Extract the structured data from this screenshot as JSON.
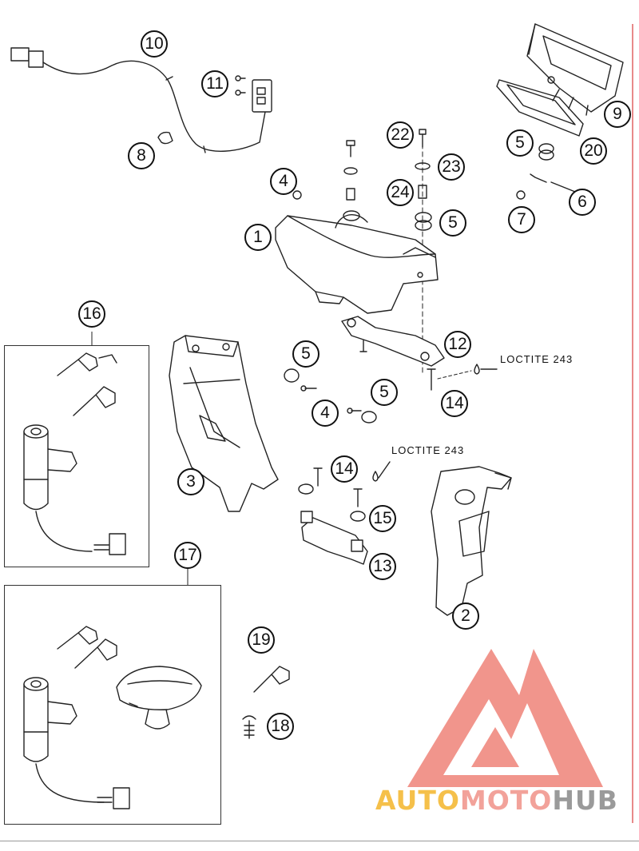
{
  "callouts": {
    "c1": "1",
    "c2": "2",
    "c3": "3",
    "c4a": "4",
    "c4b": "4",
    "c5a": "5",
    "c5b": "5",
    "c5c": "5",
    "c5d": "5",
    "c6": "6",
    "c7": "7",
    "c8": "8",
    "c9": "9",
    "c10": "10",
    "c11": "11",
    "c12": "12",
    "c13": "13",
    "c14a": "14",
    "c14b": "14",
    "c15": "15",
    "c16": "16",
    "c17": "17",
    "c18": "18",
    "c19": "19",
    "c20": "20",
    "c22": "22",
    "c23": "23",
    "c24": "24"
  },
  "notes": {
    "loctite_a": "LOCTITE 243",
    "loctite_b": "LOCTITE 243"
  },
  "watermark": {
    "auto": "AUTO",
    "moto": "MOTO",
    "hub": "HUB",
    "colors": {
      "auto": "#f5c04a",
      "moto": "#f2a29a",
      "hub": "#9a9a9a",
      "logo": "#f08a80"
    }
  }
}
